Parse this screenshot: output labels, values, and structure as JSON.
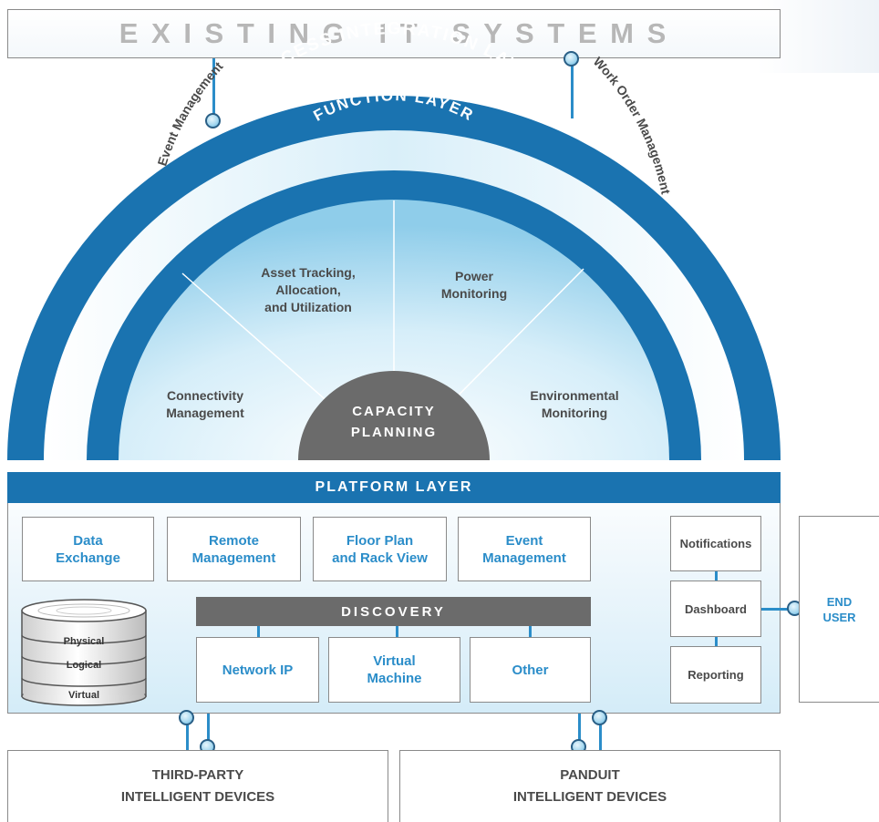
{
  "existing_systems": "E X I S T I N G   I T   S Y S T E M S",
  "process_layer": {
    "title": "PROCESS INTEGRATION LAYER",
    "items": [
      "Event Management",
      "Trouble Ticketing",
      "Work Order Management"
    ]
  },
  "function_layer": {
    "title": "FUNCTION LAYER",
    "asset": "Asset Tracking,\nAllocation,\nand Utilization",
    "power": "Power\nMonitoring",
    "connectivity": "Connectivity\nManagement",
    "environmental": "Environmental\nMonitoring",
    "capacity": "CAPACITY\nPLANNING"
  },
  "platform": {
    "title": "PLATFORM LAYER",
    "modules": [
      "Data\nExchange",
      "Remote\nManagement",
      "Floor Plan\nand Rack View",
      "Event\nManagement"
    ],
    "discovery": "DISCOVERY",
    "discovery_items": [
      "Network IP",
      "Virtual\nMachine",
      "Other"
    ],
    "db_layers": [
      "Physical",
      "Logical",
      "Virtual"
    ],
    "side": [
      "Notifications",
      "Dashboard",
      "Reporting"
    ]
  },
  "end_user": "END\nUSER",
  "devices": {
    "third_party": "THIRD-PARTY\nINTELLIGENT DEVICES",
    "panduit": "PANDUIT\nINTELLIGENT DEVICES"
  },
  "colors": {
    "blue_dark": "#1a6fa8",
    "blue_mid": "#2b8dc9",
    "gray_dark": "#6b6b6b"
  }
}
